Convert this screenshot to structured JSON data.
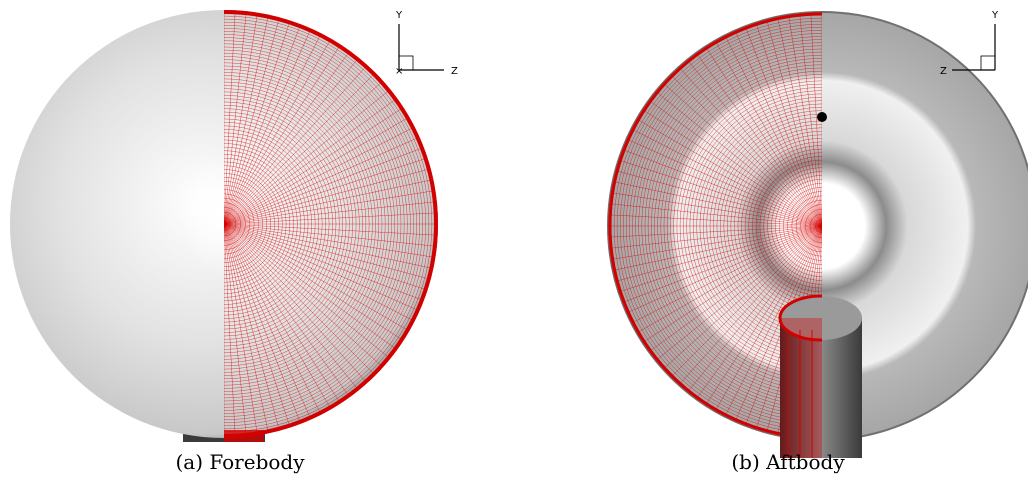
{
  "figures": [
    {
      "label": "(a)",
      "caption": "Forebody",
      "axes": {
        "vertical": "Y",
        "horizontal": "Z"
      }
    },
    {
      "label": "(b)",
      "caption": "Aftbody",
      "axes": {
        "vertical": "Y",
        "horizontal": "Z"
      }
    }
  ],
  "colors": {
    "mesh": "#d40000",
    "surface_light": "#e6e6e6",
    "surface_dark": "#8a8a8a",
    "sting": "#555555"
  }
}
